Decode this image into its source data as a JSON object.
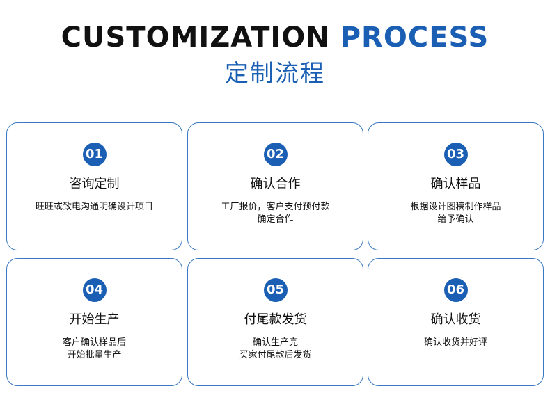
{
  "header": {
    "title_en_part1": "CUSTOMIZATION",
    "title_en_part2": "PROCESS",
    "title_cn": "定制流程"
  },
  "colors": {
    "accent": "#1a5fb4",
    "text": "#111111",
    "border": "#3a78c2"
  },
  "steps": [
    {
      "num": "01",
      "title": "咨询定制",
      "desc": [
        "旺旺或致电沟通明确设计项目"
      ]
    },
    {
      "num": "02",
      "title": "确认合作",
      "desc": [
        "工厂报价，客户支付预付款",
        "确定合作"
      ]
    },
    {
      "num": "03",
      "title": "确认样品",
      "desc": [
        "根据设计图稿制作样品",
        "给予确认"
      ]
    },
    {
      "num": "04",
      "title": "开始生产",
      "desc": [
        "客户确认样品后",
        "开始批量生产"
      ]
    },
    {
      "num": "05",
      "title": "付尾款发货",
      "desc": [
        "确认生产完",
        "买家付尾款后发货"
      ]
    },
    {
      "num": "06",
      "title": "确认收货",
      "desc": [
        "确认收货并好评"
      ]
    }
  ]
}
